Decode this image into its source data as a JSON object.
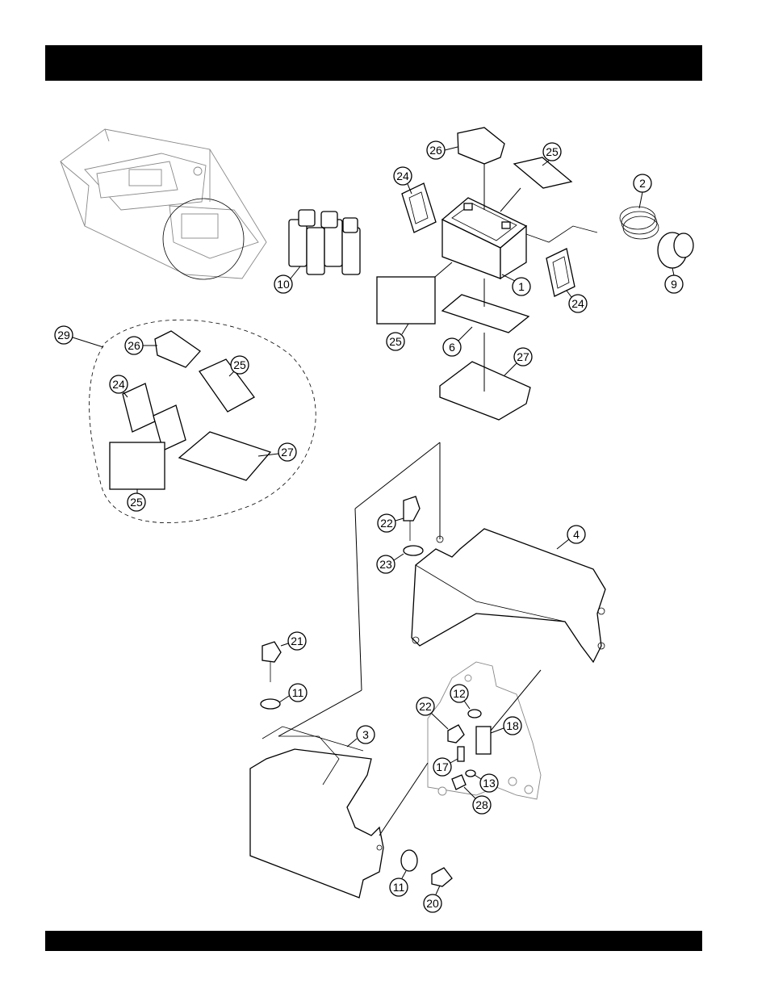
{
  "page": {
    "header_bar": "",
    "footer_bar": ""
  },
  "callouts": [
    {
      "id": "c26a",
      "label": "26"
    },
    {
      "id": "c25a",
      "label": "25"
    },
    {
      "id": "c24a",
      "label": "24"
    },
    {
      "id": "c2",
      "label": "2"
    },
    {
      "id": "c10",
      "label": "10"
    },
    {
      "id": "c1",
      "label": "1"
    },
    {
      "id": "c9",
      "label": "9"
    },
    {
      "id": "c24b",
      "label": "24"
    },
    {
      "id": "c29",
      "label": "29"
    },
    {
      "id": "c25b",
      "label": "25"
    },
    {
      "id": "c26b",
      "label": "26"
    },
    {
      "id": "c6",
      "label": "6"
    },
    {
      "id": "c25c",
      "label": "25"
    },
    {
      "id": "c27a",
      "label": "27"
    },
    {
      "id": "c24c",
      "label": "24"
    },
    {
      "id": "c27b",
      "label": "27"
    },
    {
      "id": "c25d",
      "label": "25"
    },
    {
      "id": "c22a",
      "label": "22"
    },
    {
      "id": "c4",
      "label": "4"
    },
    {
      "id": "c23",
      "label": "23"
    },
    {
      "id": "c21",
      "label": "21"
    },
    {
      "id": "c11a",
      "label": "11"
    },
    {
      "id": "c12",
      "label": "12"
    },
    {
      "id": "c22b",
      "label": "22"
    },
    {
      "id": "c18",
      "label": "18"
    },
    {
      "id": "c3",
      "label": "3"
    },
    {
      "id": "c17",
      "label": "17"
    },
    {
      "id": "c13",
      "label": "13"
    },
    {
      "id": "c28",
      "label": "28"
    },
    {
      "id": "c11b",
      "label": "11"
    },
    {
      "id": "c20",
      "label": "20"
    }
  ]
}
